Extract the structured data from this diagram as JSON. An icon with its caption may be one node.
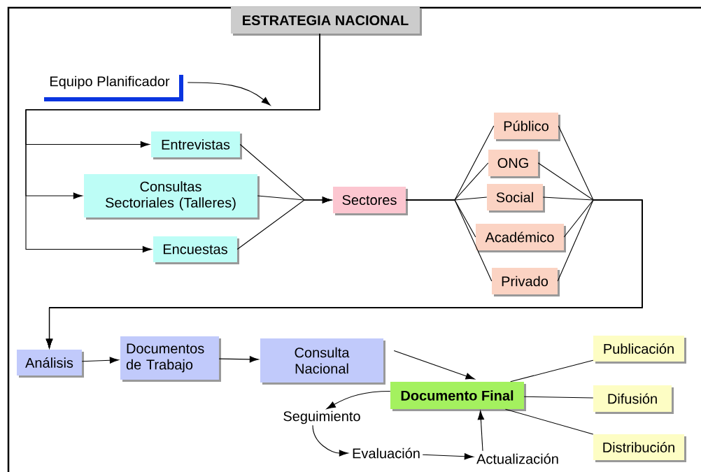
{
  "diagram": {
    "nodes": [
      {
        "text": [
          "ESTRATEGIA NACIONAL"
        ]
      },
      {
        "text": [
          "Equipo Planificador"
        ]
      },
      {
        "text": [
          "Entrevistas"
        ]
      },
      {
        "text": [
          "Consultas Sectoriales (Talleres)"
        ]
      },
      {
        "text": [
          "Encuestas"
        ]
      },
      {
        "text": [
          "Sectores"
        ]
      },
      {
        "text": [
          "Público"
        ]
      },
      {
        "text": [
          "ONG"
        ]
      },
      {
        "text": [
          "Social"
        ]
      },
      {
        "text": [
          "Académico"
        ]
      },
      {
        "text": [
          "Privado"
        ]
      },
      {
        "text": [
          "Análisis"
        ]
      },
      {
        "text": [
          "Documentos de Trabajo"
        ]
      },
      {
        "text": [
          "Consulta Nacional"
        ]
      },
      {
        "text": [
          "Documento Final"
        ]
      },
      {
        "text": [
          "Seguimiento"
        ]
      },
      {
        "text": [
          "Evaluación"
        ]
      },
      {
        "text": [
          "Actualización"
        ]
      },
      {
        "text": [
          "Publicación"
        ]
      },
      {
        "text": [
          "Difusión"
        ]
      },
      {
        "text": [
          "Distribución"
        ]
      }
    ],
    "edges": [
      {
        "from": 0,
        "to": 2,
        "arrow": "to"
      },
      {
        "from": 0,
        "to": 3,
        "arrow": "to"
      },
      {
        "from": 0,
        "to": 4,
        "arrow": "to"
      },
      {
        "from": 1,
        "to": null,
        "arrow": "to"
      },
      {
        "from": 2,
        "to": 5,
        "arrow": "to"
      },
      {
        "from": 3,
        "to": 5,
        "arrow": "to"
      },
      {
        "from": 4,
        "to": 5,
        "arrow": "to"
      },
      {
        "from": 5,
        "to": 6,
        "arrow": "none"
      },
      {
        "from": 5,
        "to": 7,
        "arrow": "none"
      },
      {
        "from": 5,
        "to": 8,
        "arrow": "none"
      },
      {
        "from": 5,
        "to": 9,
        "arrow": "none"
      },
      {
        "from": 5,
        "to": 10,
        "arrow": "none"
      },
      {
        "from": 6,
        "to": 11,
        "arrow": "to"
      },
      {
        "from": 7,
        "to": 11,
        "arrow": "to"
      },
      {
        "from": 8,
        "to": 11,
        "arrow": "to"
      },
      {
        "from": 9,
        "to": 11,
        "arrow": "to"
      },
      {
        "from": 10,
        "to": 11,
        "arrow": "to"
      },
      {
        "from": 11,
        "to": 12,
        "arrow": "to"
      },
      {
        "from": 12,
        "to": 13,
        "arrow": "to"
      },
      {
        "from": 13,
        "to": 14,
        "arrow": "to"
      },
      {
        "from": 14,
        "to": 15,
        "arrow": "to"
      },
      {
        "from": 15,
        "to": 16,
        "arrow": "to"
      },
      {
        "from": 16,
        "to": 17,
        "arrow": "to"
      },
      {
        "from": 17,
        "to": 14,
        "arrow": "to"
      },
      {
        "from": 14,
        "to": 18,
        "arrow": "none"
      },
      {
        "from": 14,
        "to": 19,
        "arrow": "none"
      },
      {
        "from": 14,
        "to": 20,
        "arrow": "none"
      }
    ]
  }
}
